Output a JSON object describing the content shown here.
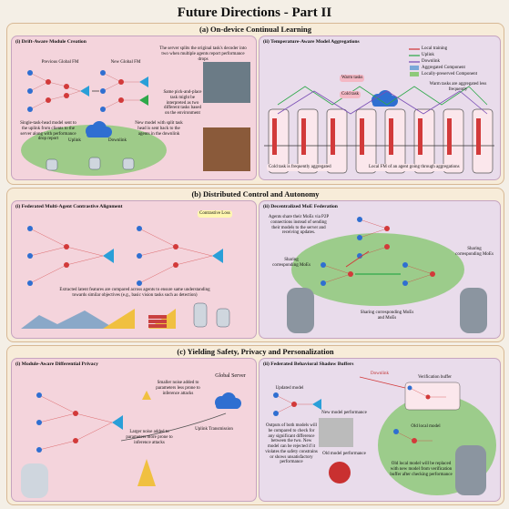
{
  "title": "Future Directions - Part II",
  "sections": {
    "a": {
      "heading": "(a) On-device Continual Learning",
      "p1": {
        "title": "(i) Drift-Aware Module Creation",
        "previous_fm": "Previous Global FM",
        "new_fm": "New Global FM",
        "note_server": "The server splits the original task's decoder into two when multiple agents report performance drops",
        "note_single": "Single-task-head model sent to the uplink from clients to the server along with performance drop report",
        "uplink": "Uplink",
        "downlink": "Downlink",
        "note_new_model": "New model with split task head is sent back to the agents in the downlink",
        "note_same_task": "Same pick-and-place task might be interpreted as two different tasks based on the environment"
      },
      "p2": {
        "title": "(ii) Temperature-Aware Model Aggregations",
        "legend": [
          "Local training",
          "Uplink",
          "Downlink",
          "Aggregated Component",
          "Locally-preserved Component"
        ],
        "warm_tasks": "Warm tasks",
        "cold_task": "Cold task",
        "warm_note": "Warm tasks are aggregated less frequently",
        "cold_note": "Cold task is frequently aggregated",
        "local_note": "Local FM of an agent going through aggregations"
      }
    },
    "b": {
      "heading": "(b) Distributed Control and Autonomy",
      "p1": {
        "title": "(i) Federated Multi-Agent Contrastive Alignment",
        "contrastive": "Contrastive Loss",
        "note": "Extracted latent features are compared across agents to ensure same understanding towards similar objectives (e.g., basic vision tasks such as detection)"
      },
      "p2": {
        "title": "(ii) Decentralized MoE Federation",
        "note_share": "Agents share their MoEs via P2P connections instead of sending their models to the server and receiving updates.",
        "sharing_1": "Sharing corresponding MoEs",
        "sharing_2": "Sharing corresponding MoEs",
        "sharing_3": "Sharing corresponding MoEs and MoEs"
      }
    },
    "c": {
      "heading": "(c) Yielding Safety, Privacy and Personalization",
      "p1": {
        "title": "(i) Module-Aware Differential Privacy",
        "global_server": "Global Server",
        "note_smaller": "Smaller noise added to parameters less prone to inference attacks",
        "uplink": "Uplink Transmission",
        "note_larger": "Larger noise added to parameters more prone to inference attacks"
      },
      "p2": {
        "title": "(ii) Federated Behavioral Shadow Buffers",
        "downlink": "Downlink",
        "verification": "Verification buffer",
        "updated_model": "Updated model",
        "new_perf": "New model performance",
        "old_local": "Old local model",
        "old_perf": "Old model performance",
        "note_compare": "Outputs of both models will be compared to check for any significant difference between the two. New model can be rejected if it violates the safety constrains or shows unsatisfactory performance",
        "note_replace": "Old local model will be replaced with new model from verification buffer after checking performance"
      }
    }
  },
  "colors": {
    "section_border": "#d7b894",
    "panel_pink": "#f3d0dc",
    "panel_lilac": "#e7d6ee",
    "green_ellipse": "#7fbf6a",
    "net_red": "#d23a3a",
    "net_blue": "#2f6fd1",
    "net_purple": "#7a4fb5",
    "note_yellow": "#fff7b0"
  }
}
